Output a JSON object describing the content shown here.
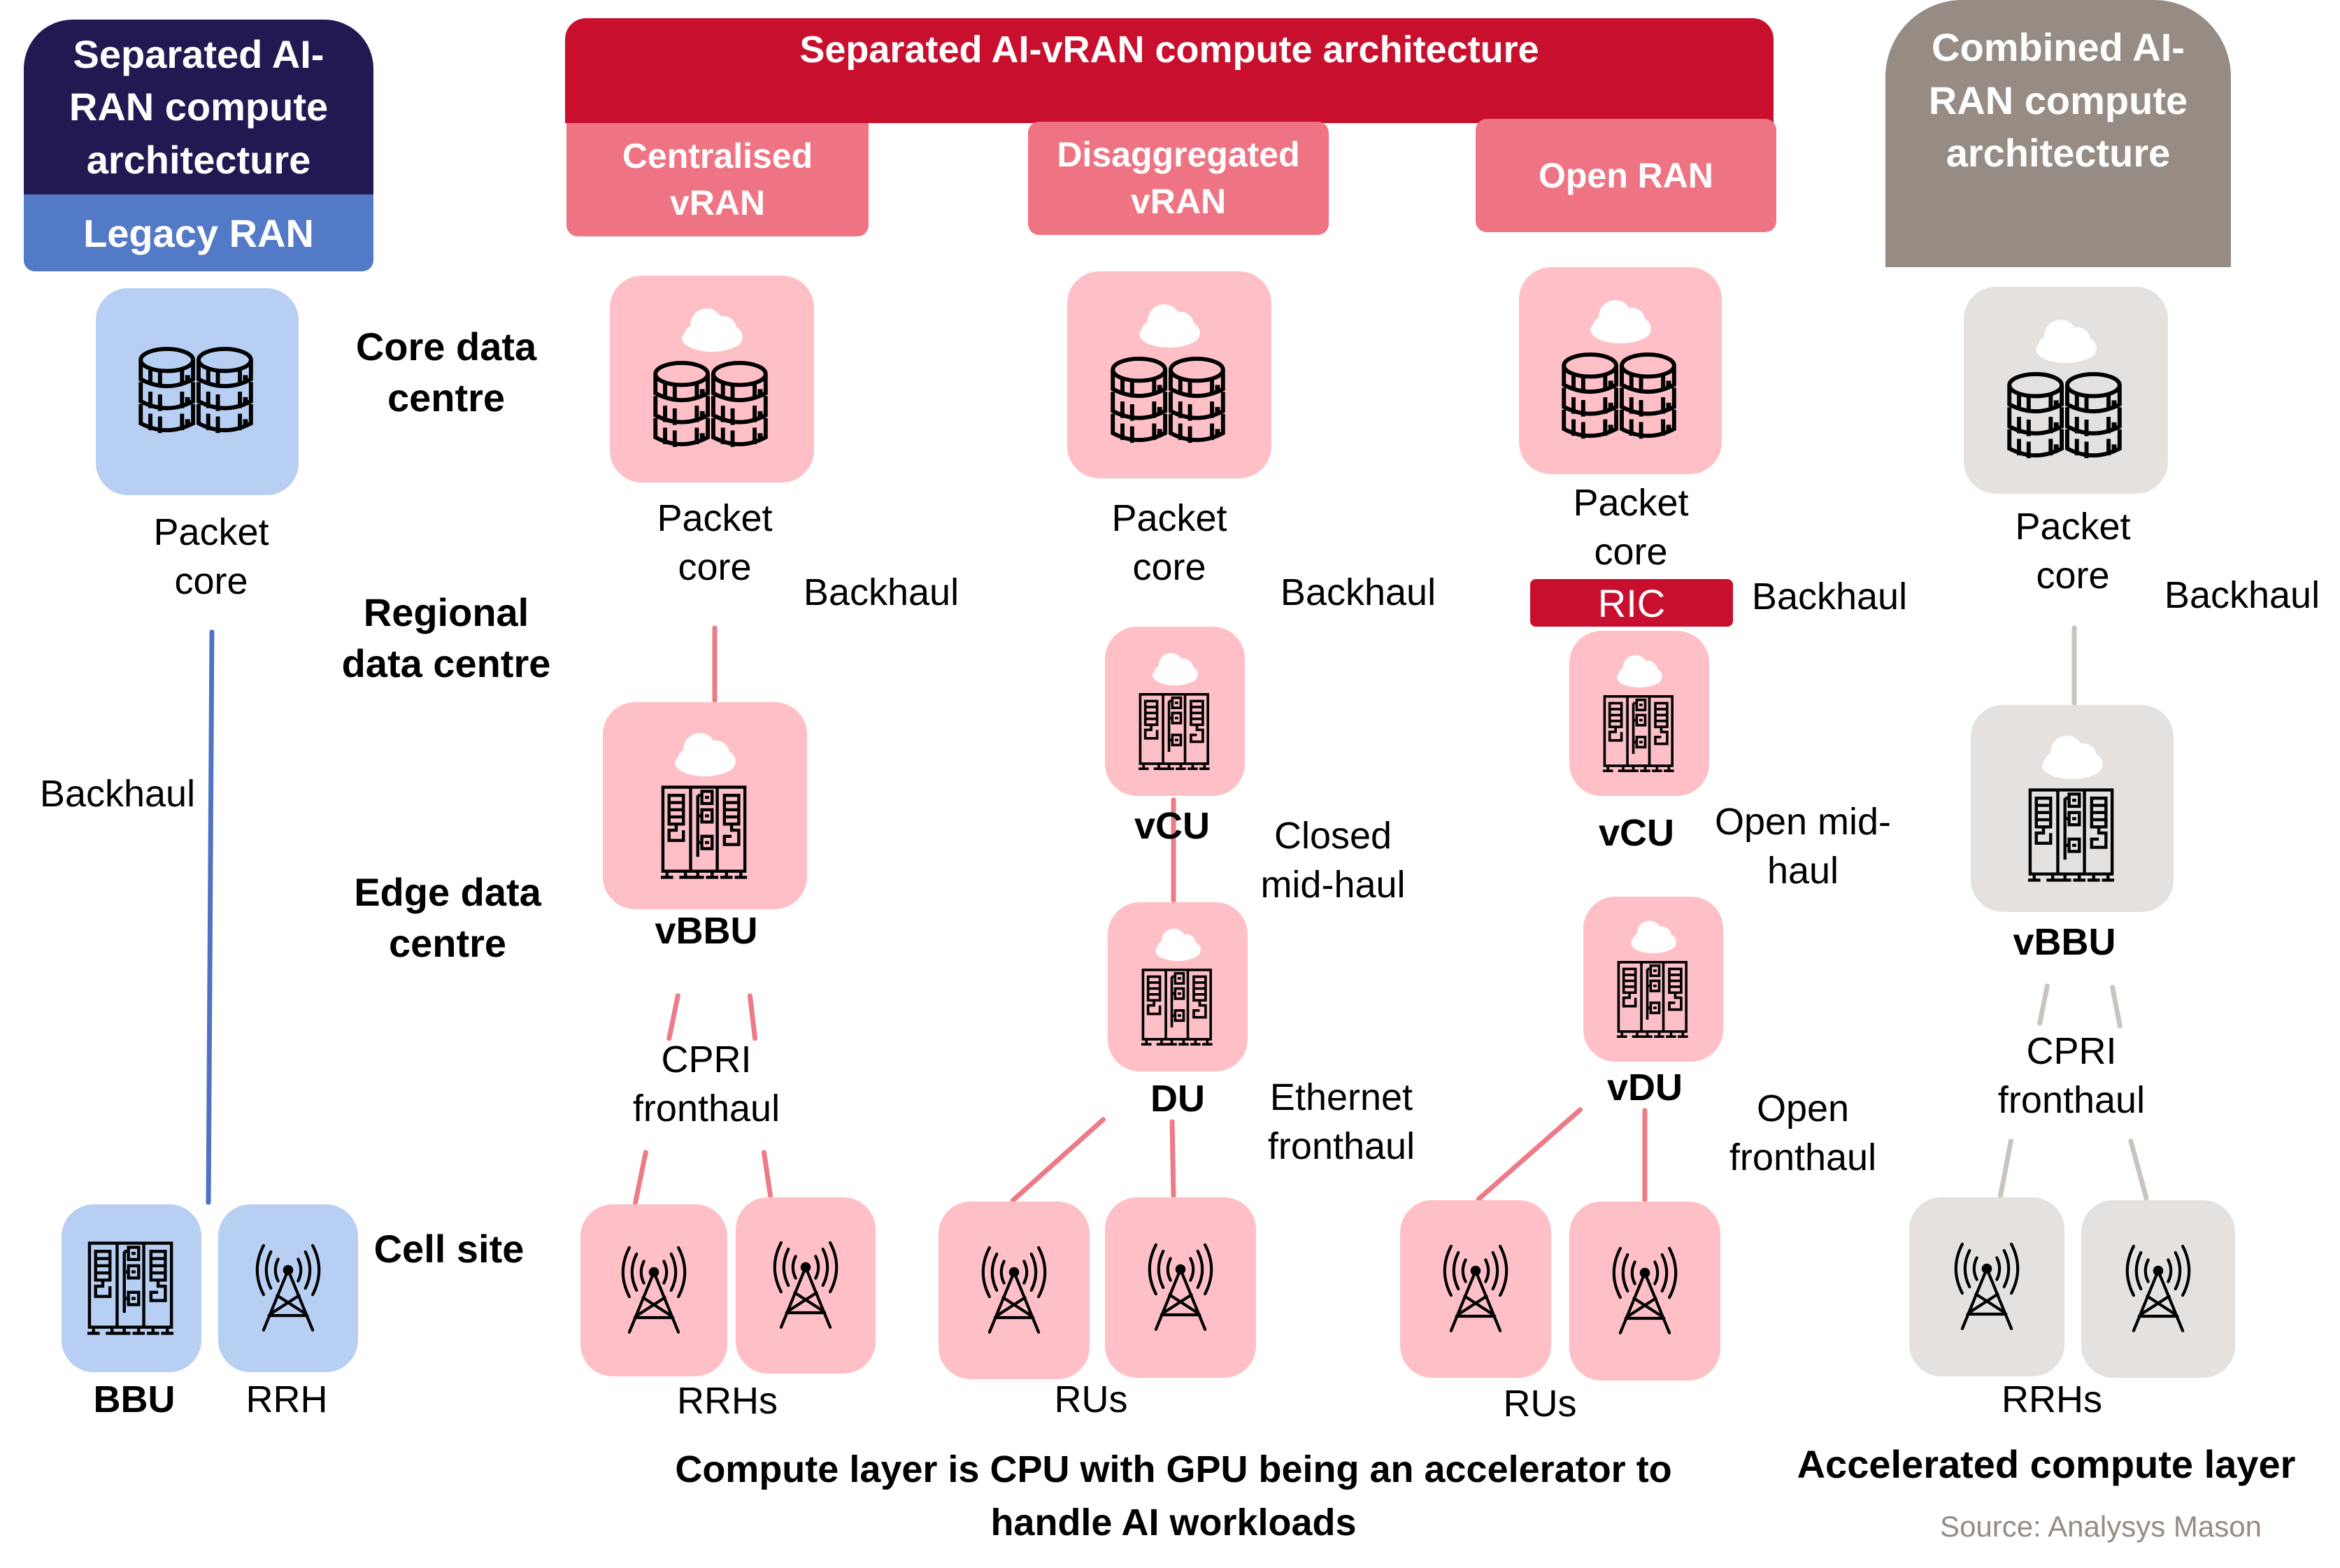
{
  "colors": {
    "legacy_header": "#211a52",
    "legacy_subheader": "#537ac6",
    "separated_header": "#c8102e",
    "separated_subheader": "#ef7483",
    "combined_header": "#968c84",
    "node_pink": "#fec0c6",
    "node_blue": "#b6cff2",
    "node_grey": "#e4e1de",
    "link_pink": "#ee7a88",
    "link_blue": "#4f72c2",
    "link_grey": "#c9c4be",
    "source_text": "#968c84"
  },
  "headers": {
    "legacy_title": "Separated AI-RAN compute architecture",
    "legacy_sub": "Legacy RAN",
    "separated_title": "Separated AI-vRAN compute architecture",
    "centralised": "Centralised vRAN",
    "disaggregated": "Disaggregated vRAN",
    "open_ran": "Open RAN",
    "combined_title": "Combined AI-RAN compute architecture"
  },
  "rows": {
    "core": "Core data centre",
    "regional": "Regional data centre",
    "edge": "Edge data centre",
    "cell": "Cell site"
  },
  "legacy": {
    "packet_core": "Packet core",
    "backhaul": "Backhaul",
    "bbu": "BBU",
    "rrh": "RRH"
  },
  "centralised": {
    "packet_core": "Packet core",
    "backhaul": "Backhaul",
    "vbbu": "vBBU",
    "fronthaul": "CPRI fronthaul",
    "rrhs": "RRHs"
  },
  "disaggregated": {
    "packet_core": "Packet core",
    "backhaul": "Backhaul",
    "vcu": "vCU",
    "midhaul": "Closed mid-haul",
    "du": "DU",
    "fronthaul": "Ethernet fronthaul",
    "rus": "RUs"
  },
  "open_ran": {
    "packet_core": "Packet core",
    "ric": "RIC",
    "backhaul": "Backhaul",
    "vcu": "vCU",
    "midhaul": "Open mid-haul",
    "vdu": "vDU",
    "fronthaul": "Open fronthaul",
    "rus": "RUs"
  },
  "combined": {
    "packet_core": "Packet core",
    "backhaul": "Backhaul",
    "vbbu": "vBBU",
    "fronthaul": "CPRI fronthaul",
    "rrhs": "RRHs"
  },
  "footer": {
    "separated_note": "Compute layer is CPU with GPU being an accelerator to handle AI workloads",
    "combined_note": "Accelerated compute layer",
    "source": "Source: Analysys Mason"
  }
}
